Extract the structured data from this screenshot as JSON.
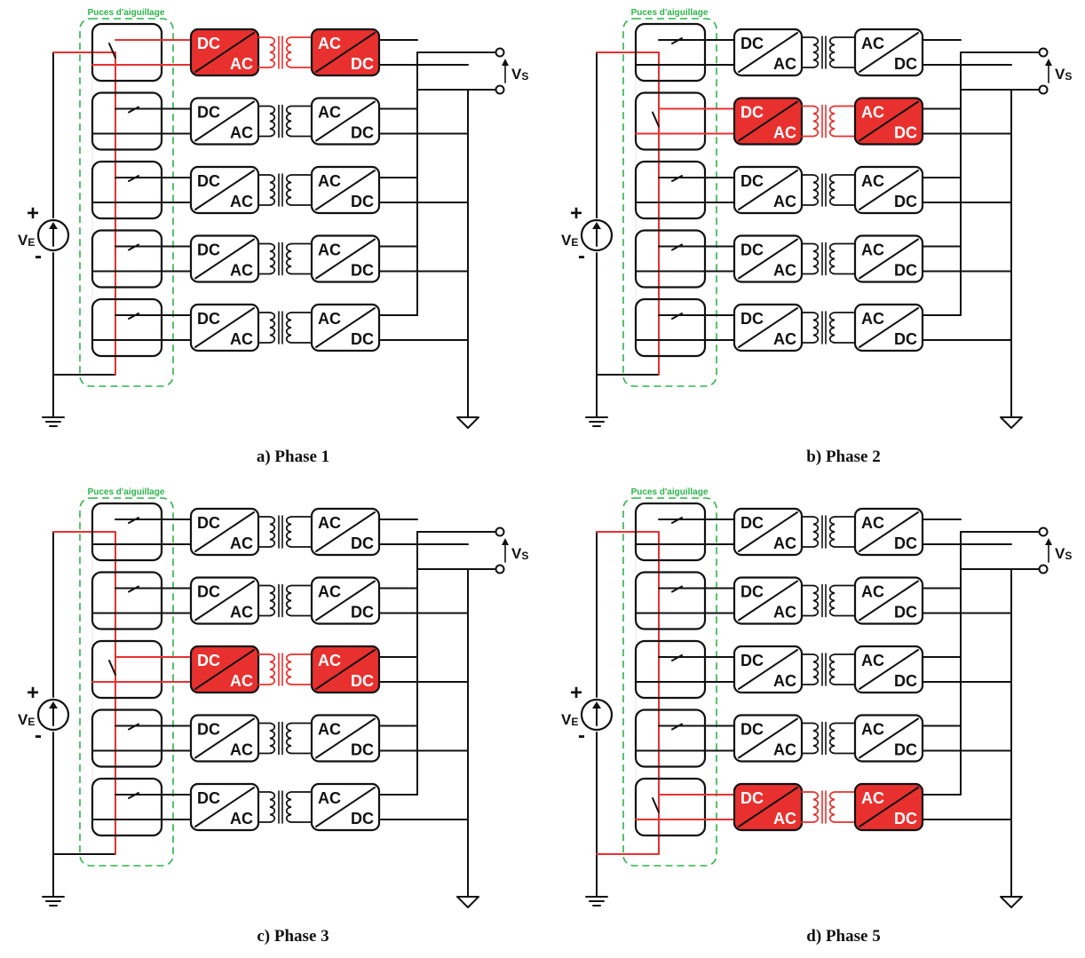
{
  "switch_group_label": "Puces d'aiguillage",
  "converter": {
    "left_top": "DC",
    "left_bottom": "AC",
    "right_top": "AC",
    "right_bottom": "DC"
  },
  "source_label": "V",
  "source_sub": "E",
  "output_label": "V",
  "output_sub": "S",
  "plus_sign": "+",
  "minus_sign": "-",
  "colors": {
    "active": "#e8312f",
    "switch_group": "#2db34a",
    "wire": "#111111"
  },
  "panels": [
    {
      "caption_letter": "a)",
      "caption_phase": "Phase 1",
      "active_stage": 1
    },
    {
      "caption_letter": "b)",
      "caption_phase": "Phase 2",
      "active_stage": 2
    },
    {
      "caption_letter": "c)",
      "caption_phase": "Phase 3",
      "active_stage": 3
    },
    {
      "caption_letter": "d)",
      "caption_phase": "Phase 5",
      "active_stage": 5
    }
  ]
}
